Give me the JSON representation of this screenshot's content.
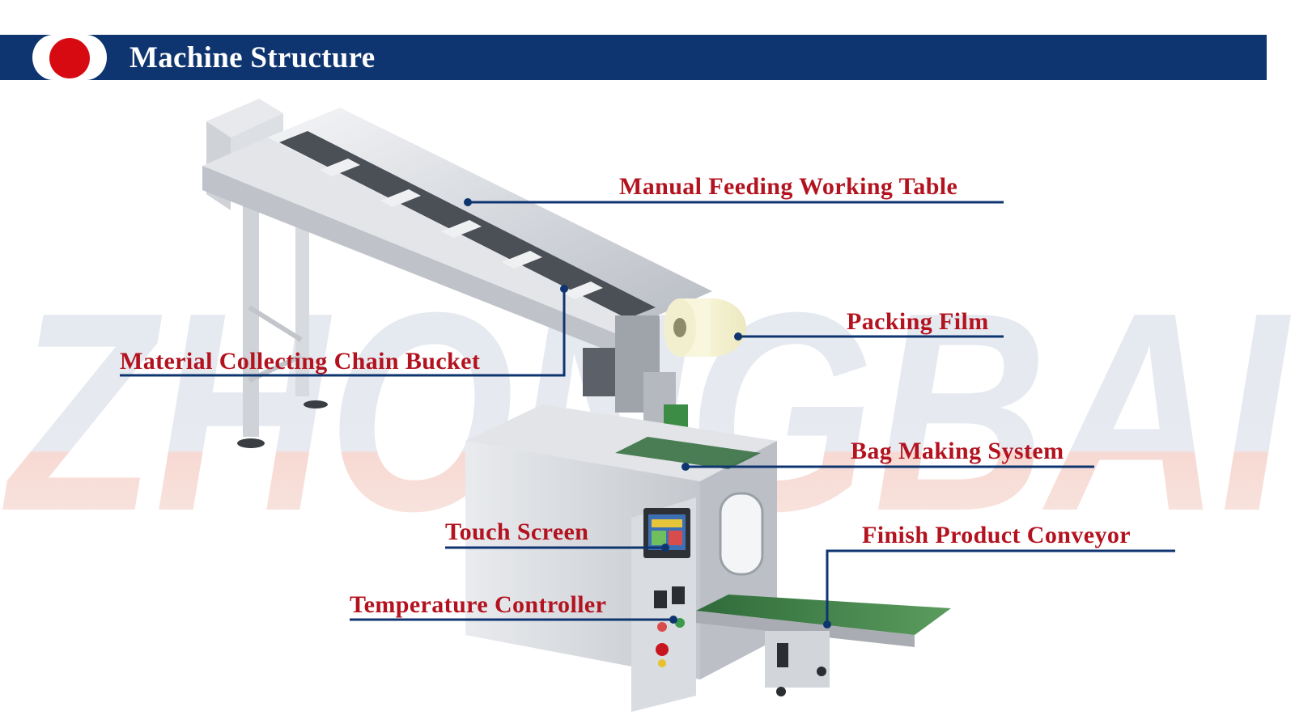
{
  "header": {
    "title": "Machine Structure"
  },
  "watermark": {
    "text": "ZHONGBAI"
  },
  "labels": {
    "manual_feeding": "Manual Feeding Working Table",
    "packing_film": "Packing Film",
    "chain_bucket": "Material Collecting Chain Bucket",
    "bag_making": "Bag Making System",
    "touch_screen": "Touch Screen",
    "finish_conveyor": "Finish Product Conveyor",
    "temperature": "Temperature Controller"
  },
  "colors": {
    "header_bg": "#0f3570",
    "accent_red": "#d70a12",
    "label_red": "#b3131f",
    "leader_line": "#0f3570"
  }
}
